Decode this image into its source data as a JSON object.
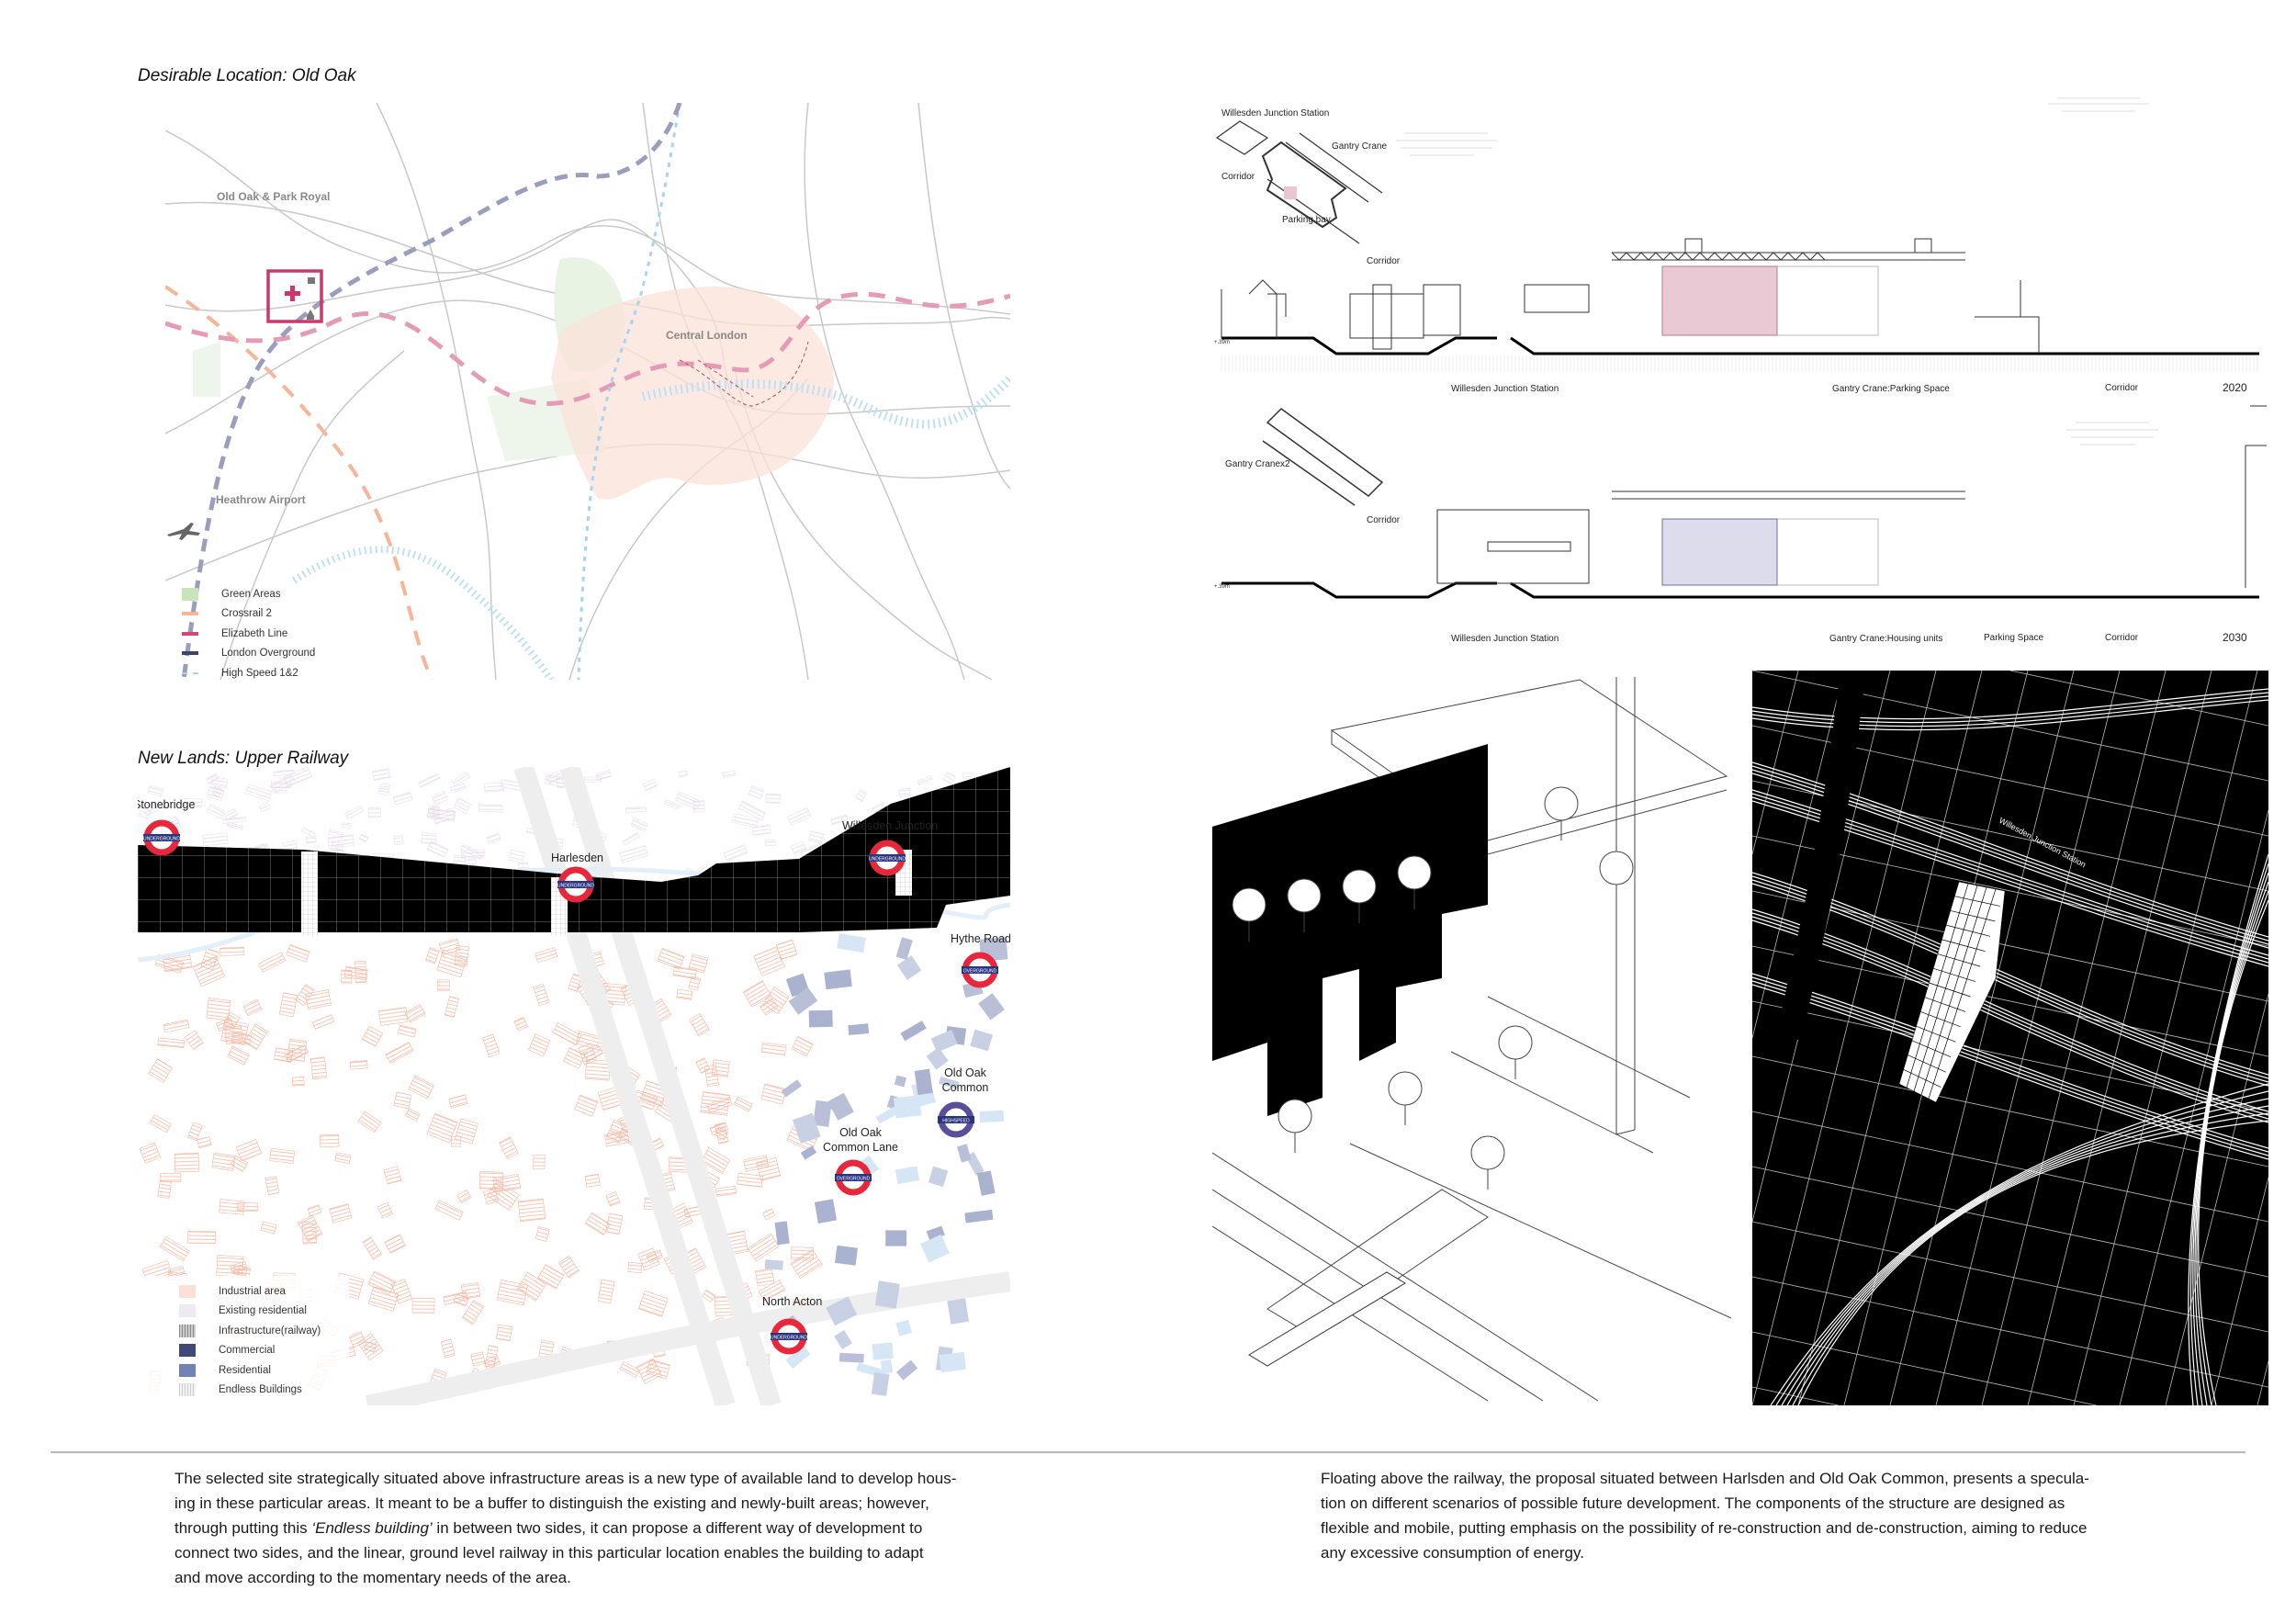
{
  "top_map": {
    "title": "Desirable Location: Old Oak",
    "labels": {
      "old_oak": "Old Oak & Park Royal",
      "central": "Central London",
      "heathrow": "Heathrow Airport"
    },
    "legend": [
      {
        "label": "Green Areas",
        "color": "#c9e4b8"
      },
      {
        "label": "Crossrail 2",
        "color": "#f7b496"
      },
      {
        "label": "Elizabeth Line",
        "color": "#d0477a"
      },
      {
        "label": "London Overground",
        "color": "#3b4470"
      },
      {
        "label": "High Speed 1&2",
        "color": "#a8d4f2"
      }
    ]
  },
  "bottom_map": {
    "title": "New Lands: Upper Railway",
    "stations": [
      {
        "name": "Stonebridge",
        "type": "UNDERGROUND"
      },
      {
        "name": "Harlesden",
        "type": "UNDERGROUND"
      },
      {
        "name": "Willesden Junction",
        "type": "UNDERGROUND"
      },
      {
        "name": "Hythe Road",
        "type": "OVERGROUND"
      },
      {
        "name": "Old Oak Common",
        "type": "HIGHSPEED"
      },
      {
        "name": "Old Oak Common Lane",
        "type": "OVERGROUND"
      },
      {
        "name": "North Acton",
        "type": "UNDERGROUND"
      }
    ],
    "legend": [
      {
        "label": "Industrial area",
        "color": "#fbd9cc"
      },
      {
        "label": "Existing residential",
        "color": "#ece6f0"
      },
      {
        "label": "Infrastructure(railway)",
        "color": "#999999"
      },
      {
        "label": "Commercial",
        "color": "#3e4a78"
      },
      {
        "label": "Residential",
        "color": "#7282b2"
      },
      {
        "label": "Endless Buildings",
        "color": "#dddddd"
      }
    ]
  },
  "section_2020": {
    "axo_labels": [
      "Willesden Junction Station",
      "Gantry Crane",
      "Corridor",
      "Parking bay",
      "Corridor"
    ],
    "bottom_labels": [
      "Willesden Junction Station",
      "Gantry Crane:Parking Space",
      "Corridor"
    ],
    "year": "2020",
    "level": "+.39m"
  },
  "section_2030": {
    "axo_labels": [
      "Gantry Cranex2",
      "Corridor"
    ],
    "bottom_labels": [
      "Willesden Junction Station",
      "Gantry Crane:Housing units",
      "Parking Space",
      "Corridor"
    ],
    "year": "2030",
    "level": "+.39m"
  },
  "site_plan": {
    "station_label": "Willesden Junction Station"
  },
  "text": {
    "left": [
      "The selected site strategically situated above infrastructure areas is a new type of available land to develop hous-",
      "ing in these particular areas. It meant to be a buffer to distinguish the existing and newly-built areas; however,",
      [
        "through putting this ",
        "‘Endless building’",
        " in between two sides, it can propose a different way of development to"
      ],
      "connect two sides, and the linear, ground level railway in this particular location enables the building to adapt",
      "and move according to the momentary needs of the area."
    ],
    "right": [
      "Floating above the railway, the proposal situated between Harlsden and Old Oak Common, presents a specula-",
      "tion on different scenarios of possible future development. The components of the structure are designed as",
      "flexible and mobile, putting emphasis on the possibility of re-construction and de-construction, aiming to reduce",
      "any excessive consumption of energy."
    ]
  }
}
